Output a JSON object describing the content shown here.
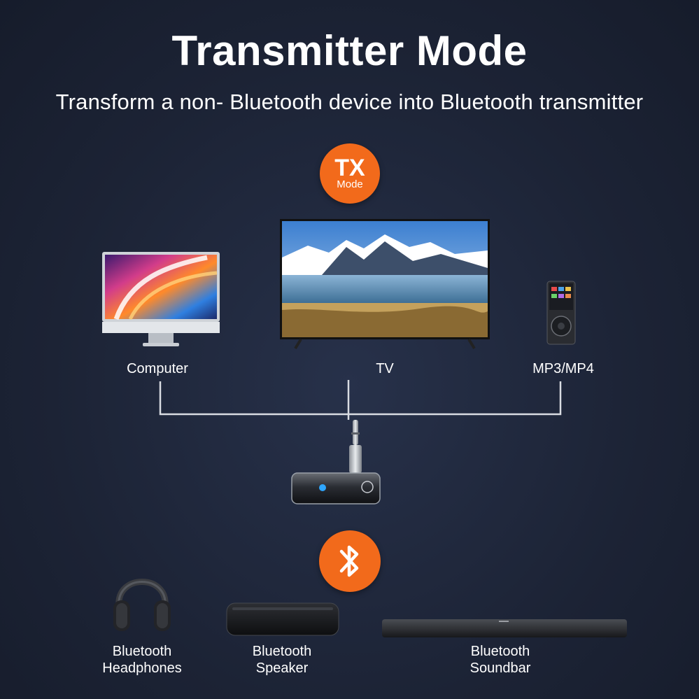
{
  "header": {
    "title": "Transmitter Mode",
    "subtitle": "Transform a non- Bluetooth device into Bluetooth transmitter"
  },
  "badges": {
    "tx_main": "TX",
    "tx_sub": "Mode",
    "bluetooth_icon": "bluetooth-icon",
    "color": "#f26a1b"
  },
  "sources": {
    "computer": "Computer",
    "tv": "TV",
    "mp3": "MP3/MP4"
  },
  "receivers": {
    "headphones_line1": "Bluetooth",
    "headphones_line2": "Headphones",
    "speaker_line1": "Bluetooth",
    "speaker_line2": "Speaker",
    "soundbar_line1": "Bluetooth",
    "soundbar_line2": "Soundbar"
  }
}
